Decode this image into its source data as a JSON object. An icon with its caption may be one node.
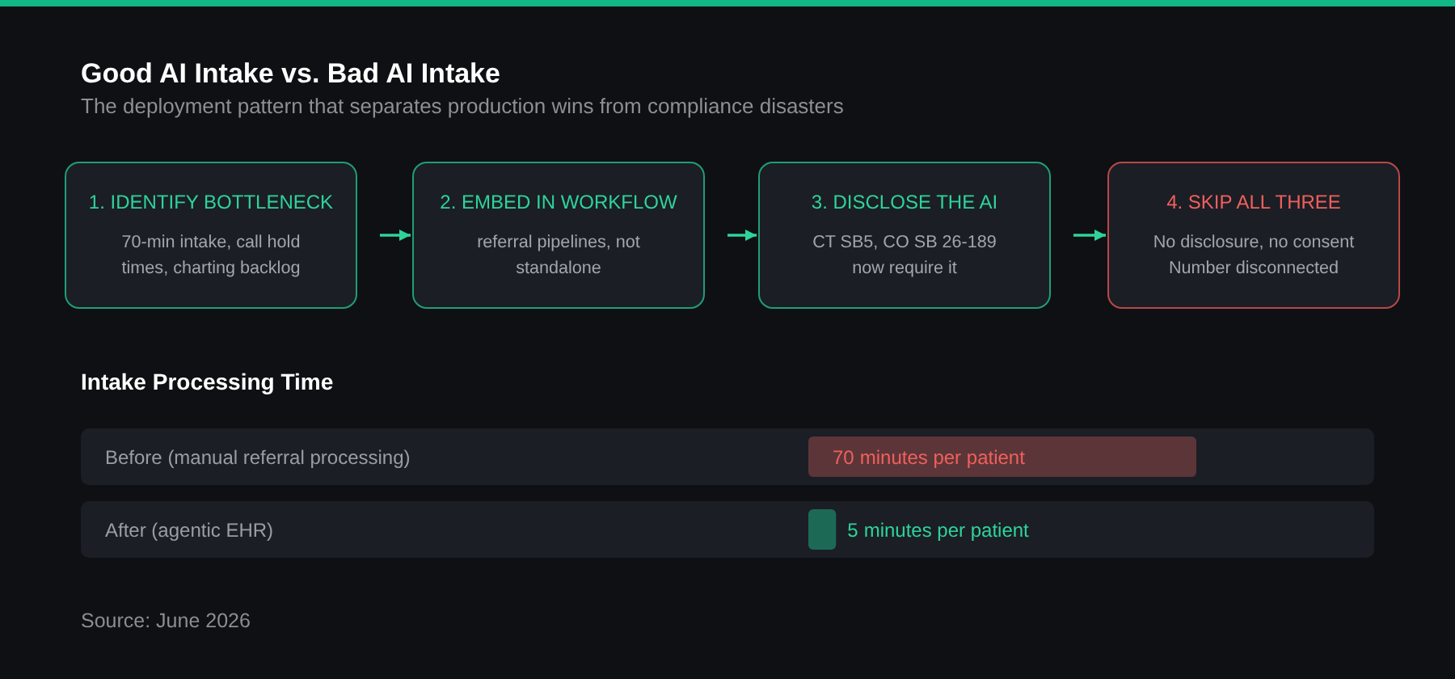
{
  "diagram": {
    "title": "Good AI Intake vs. Bad AI Intake",
    "nodes": [
      {
        "text": [
          "1. IDENTIFY BOTTLENECK",
          "70-min intake, call hold times, charting backlog"
        ]
      },
      {
        "text": [
          "2. EMBED IN WORKFLOW",
          "referral pipelines, not standalone"
        ]
      },
      {
        "text": [
          "3. DISCLOSE THE AI",
          "CT SB5, CO SB 26-189 now require it"
        ]
      },
      {
        "text": [
          "4. SKIP ALL THREE",
          "No disclosure, no consent Number disconnected"
        ]
      }
    ],
    "edges": [
      {
        "from": 0,
        "to": 1,
        "arrow": "to"
      },
      {
        "from": 1,
        "to": 2,
        "arrow": "to"
      },
      {
        "from": 2,
        "to": 3,
        "arrow": "to"
      }
    ],
    "labels": [
      "The deployment pattern that separates production wins from compliance disasters",
      "minutes per patient",
      "minutes per patient",
      "Source: June 2026"
    ],
    "chart_data": {
      "type": "bar",
      "title": "Intake Processing Time",
      "orientation": "horizontal",
      "categories": [
        "Before (manual referral processing)",
        "After (agentic EHR)"
      ],
      "series": [
        {
          "values": [
            70,
            5
          ]
        }
      ],
      "data_labels": true
    }
  }
}
